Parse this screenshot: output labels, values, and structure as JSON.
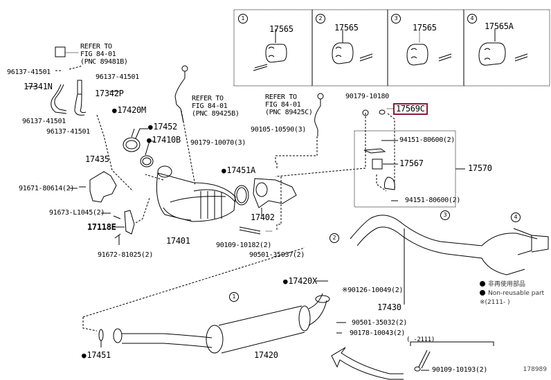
{
  "diagram": {
    "title": "Exhaust pipe parts diagram",
    "figure_id": "178989",
    "highlighted_part": "17569C"
  },
  "inset_panels": [
    {
      "number": "1",
      "part": "17565"
    },
    {
      "number": "2",
      "part": "17565"
    },
    {
      "number": "3",
      "part": "17565"
    },
    {
      "number": "4",
      "part": "17565A"
    }
  ],
  "references": [
    {
      "line1": "REFER TO",
      "line2": "FIG 84-01",
      "line3": "(PNC 89481B)"
    },
    {
      "line1": "REFER TO",
      "line2": "FIG 84-01",
      "line3": "(PNC 89425B)"
    },
    {
      "line1": "REFER TO",
      "line2": "FIG 84-01",
      "line3": "(PNC 89425C)"
    }
  ],
  "parts": {
    "p96137a": "96137-41501",
    "p96137b": "96137-41501",
    "p96137c": "96137-41501",
    "p96137d": "96137-41501",
    "p17341N": "17341N",
    "p17342P": "17342P",
    "p17420M": "17420M",
    "p17452": "17452",
    "p17410B": "17410B",
    "p17435": "17435",
    "p91671": "91671-80614(2)",
    "p91673": "91673-L1045(2)",
    "p17118E": "17118E",
    "p91672": "91672-81025(2)",
    "p17401": "17401",
    "p90179a": "90179-10070(3)",
    "p90105": "90105-10590(3)",
    "p17451A": "17451A",
    "p17402": "17402",
    "p90109a": "90109-10182(2)",
    "p90501a": "90501-35037(2)",
    "p90179b": "90179-10180",
    "p17569C": "17569C",
    "p94151a": "94151-80600(2)",
    "p17567": "17567",
    "p17570": "17570",
    "p94151b": "94151-80600(2)",
    "p17420X": "17420X",
    "p90126": "※90126-10049(2)",
    "p17430": "17430",
    "p90501b": "90501-35032(2)",
    "p90178": "90178-10043(2)",
    "p17451": "17451",
    "p17420": "17420",
    "p90109b": "90109-10193(2)",
    "range_label": "(   -2111)"
  },
  "callouts": [
    "1",
    "2",
    "3",
    "4"
  ],
  "legend": {
    "line1": "非再使用部品",
    "line2": "Non-reusable part",
    "line3": "※(2111-      )"
  }
}
